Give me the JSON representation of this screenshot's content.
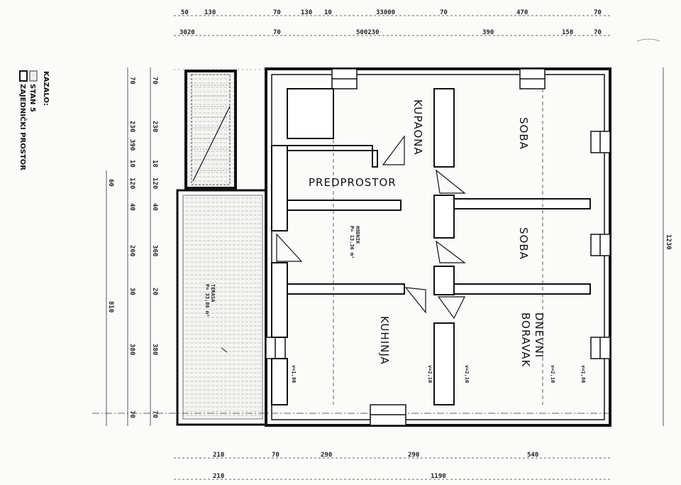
{
  "legend": {
    "title": "KAZALO:",
    "items": [
      "STAN 5",
      "ZAJEDNIČKI PROSTOR"
    ]
  },
  "rooms": {
    "kupaona": "KUPAONA",
    "soba_top": "SOBA",
    "soba_mid": "SOBA",
    "predprostor": "PREDPROSTOR",
    "hodnik": "HODNIK",
    "hodnik_area": "P= 13,36 m²",
    "kuhinja": "KUHINJA",
    "dnevni_line1": "DNEVNI",
    "dnevni_line2": "BORAVAK",
    "terasa": "TERASA",
    "terasa_area": "P= 33,86 m²"
  },
  "heights": [
    "v=1,80",
    "v=2,10",
    "v=2,10",
    "v=2,10",
    "v=1,80"
  ],
  "dimensions": {
    "top_row1": [
      "50",
      "130",
      "70",
      "130",
      "10",
      "33000",
      "70",
      "470",
      "70"
    ],
    "top_row2": [
      "3020",
      "70",
      "500230",
      "390",
      "150",
      "70"
    ],
    "bottom_row1": [
      "210",
      "70",
      "290",
      "290",
      "540"
    ],
    "bottom_row2": [
      "210",
      "1190"
    ],
    "left_col1": [
      "70",
      "230",
      "390",
      "10",
      "120",
      "40",
      "260",
      "30",
      "380",
      "70"
    ],
    "left_col2": [
      "70",
      "230",
      "18",
      "120",
      "40",
      "360",
      "20",
      "380",
      "70"
    ],
    "left_col3": [
      "60",
      "810"
    ],
    "right": [
      "1230"
    ]
  }
}
